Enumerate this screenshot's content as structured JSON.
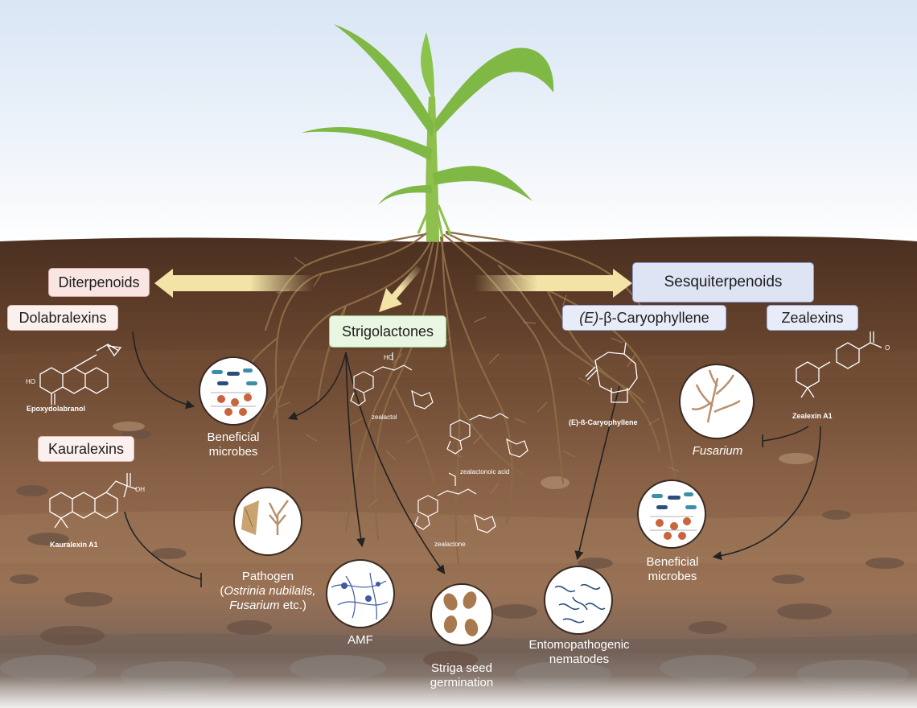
{
  "compound_classes": {
    "diterpenoids": "Diterpenoids",
    "sesquiterpenoids": "Sesquiterpenoids",
    "strigolactones": "Strigolactones",
    "dolabralexins": "Dolabralexins",
    "kauralexins": "Kauralexins",
    "caryophyllene": "-β-Caryophyllene",
    "caryophyllene_prefix": "(E)",
    "zealexins": "Zealexins"
  },
  "molecules": {
    "epoxydolabranol": "Epoxydolabranol",
    "kauralexin_a1": "Kauralexin A1",
    "zealactol": "zealactol",
    "zealactonoic_acid": "zealactonoic acid",
    "zealactone": "zealactone",
    "caryophyllene": "(E)-ß-Caryophyllene",
    "zealexin_a1": "Zealexin A1"
  },
  "atoms": {
    "ho": "HO",
    "oh": "OH",
    "o": "O"
  },
  "targets": {
    "beneficial_microbes_left_1": "Beneficial",
    "beneficial_microbes_left_2": "microbes",
    "pathogen_1": "Pathogen",
    "pathogen_2a": "Ostrinia nubilalis,",
    "pathogen_3a": "Fusarium",
    "pathogen_3b": " etc.)",
    "amf": "AMF",
    "striga_1": "Striga seed",
    "striga_2": "germination",
    "nematodes_1": "Entomopathogenic",
    "nematodes_2": "nematodes",
    "fusarium": "Fusarium",
    "beneficial_microbes_right_1": "Beneficial",
    "beneficial_microbes_right_2": "microbes"
  },
  "colors": {
    "sky_top": "#d8e6f5",
    "sky_bottom": "#ffffff",
    "soil_top": "#4d3222",
    "soil_mid": "#7a5438",
    "soil_bottom": "#9a7155",
    "root": "#8b6a45",
    "leaf": "#7fb844",
    "arrow_fill": "#f3e3a6"
  }
}
